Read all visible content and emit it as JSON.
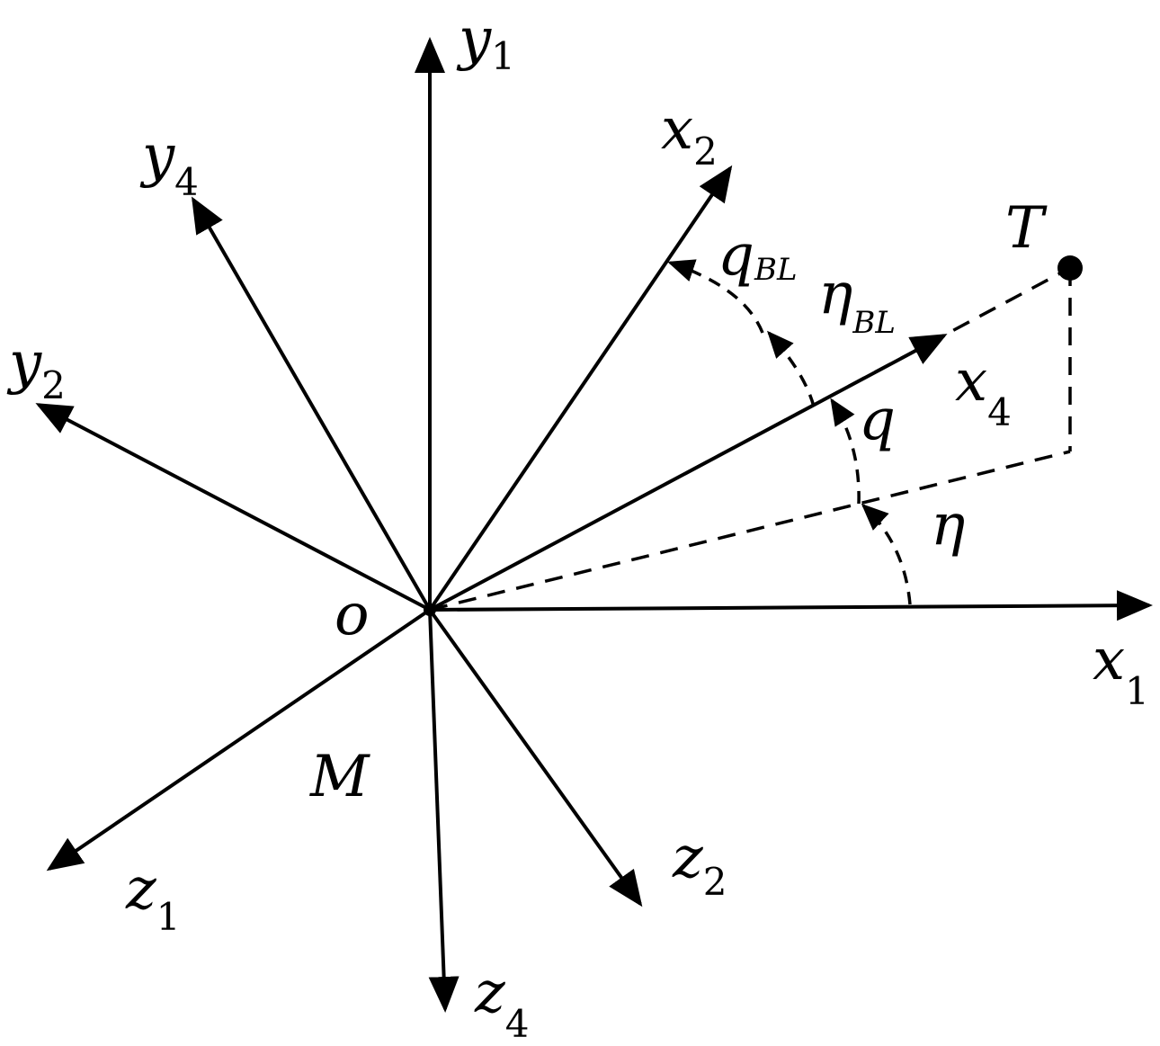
{
  "labels": {
    "y1": {
      "main": "y",
      "sub": "1"
    },
    "x2": {
      "main": "x",
      "sub": "2"
    },
    "y4": {
      "main": "y",
      "sub": "4"
    },
    "y2": {
      "main": "y",
      "sub": "2"
    },
    "x4": {
      "main": "x",
      "sub": "4"
    },
    "x1": {
      "main": "x",
      "sub": "1"
    },
    "z1": {
      "main": "z",
      "sub": "1"
    },
    "z2": {
      "main": "z",
      "sub": "2"
    },
    "z4": {
      "main": "z",
      "sub": "4"
    },
    "origin": "o",
    "mass": "M",
    "target": "T",
    "q_bl": {
      "main": "q",
      "sub": "BL"
    },
    "eta_bl": {
      "main": "η",
      "sub": "BL"
    },
    "q": "q",
    "eta": "η"
  },
  "colors": {
    "stroke": "#000000",
    "background": "#ffffff"
  }
}
